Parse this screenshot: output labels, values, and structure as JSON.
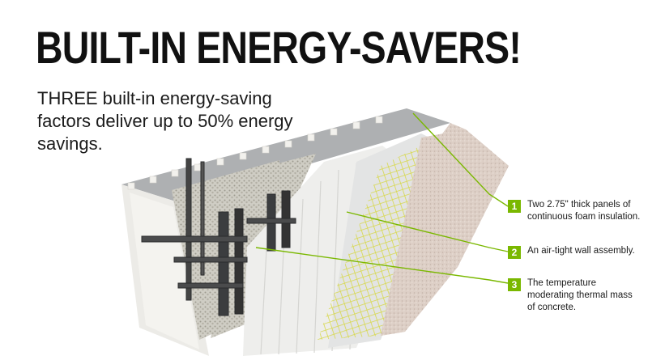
{
  "headline": "BUILT-IN ENERGY-SAVERS!",
  "subheadline": "THREE built-in energy-saving factors deliver up to 50% energy savings.",
  "colors": {
    "accent": "#7ab800",
    "text": "#111111"
  },
  "callouts": [
    {
      "number": "1",
      "text": "Two 2.75\" thick panels of continuous foam insulation."
    },
    {
      "number": "2",
      "text": "An air-tight wall assembly."
    },
    {
      "number": "3",
      "text": "The temperature moderating thermal mass of concrete."
    }
  ]
}
